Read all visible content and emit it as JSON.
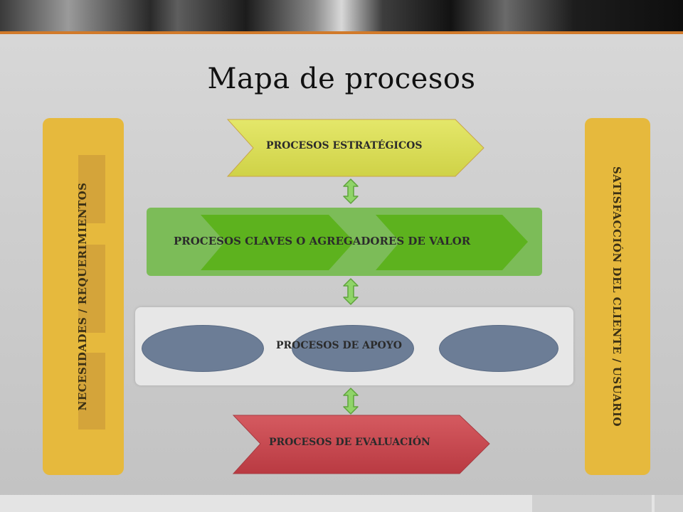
{
  "slide": {
    "title": "Mapa de procesos"
  },
  "diagram": {
    "left_bar_label": "NECESIDADES / REQUERIMIENTOS",
    "right_bar_label": "SATISFACCIÓN DEL CLIENTE / USUARIO",
    "strategic_label": "PROCESOS  ESTRATÉGICOS",
    "key_label": "PROCESOS CLAVES O AGREGADORES DE VALOR",
    "support_label": "PROCESOS DE APOYO",
    "evaluation_label": "PROCESOS DE EVALUACIÓN"
  },
  "colors": {
    "side_bars": "#e6b93d",
    "strategic": "#dcdf57",
    "key": "#5db21e",
    "support_ellipses": "#6c7d96",
    "evaluation": "#c9474f",
    "double_arrows": "#8fd468",
    "accent_line": "#d17a2a"
  }
}
